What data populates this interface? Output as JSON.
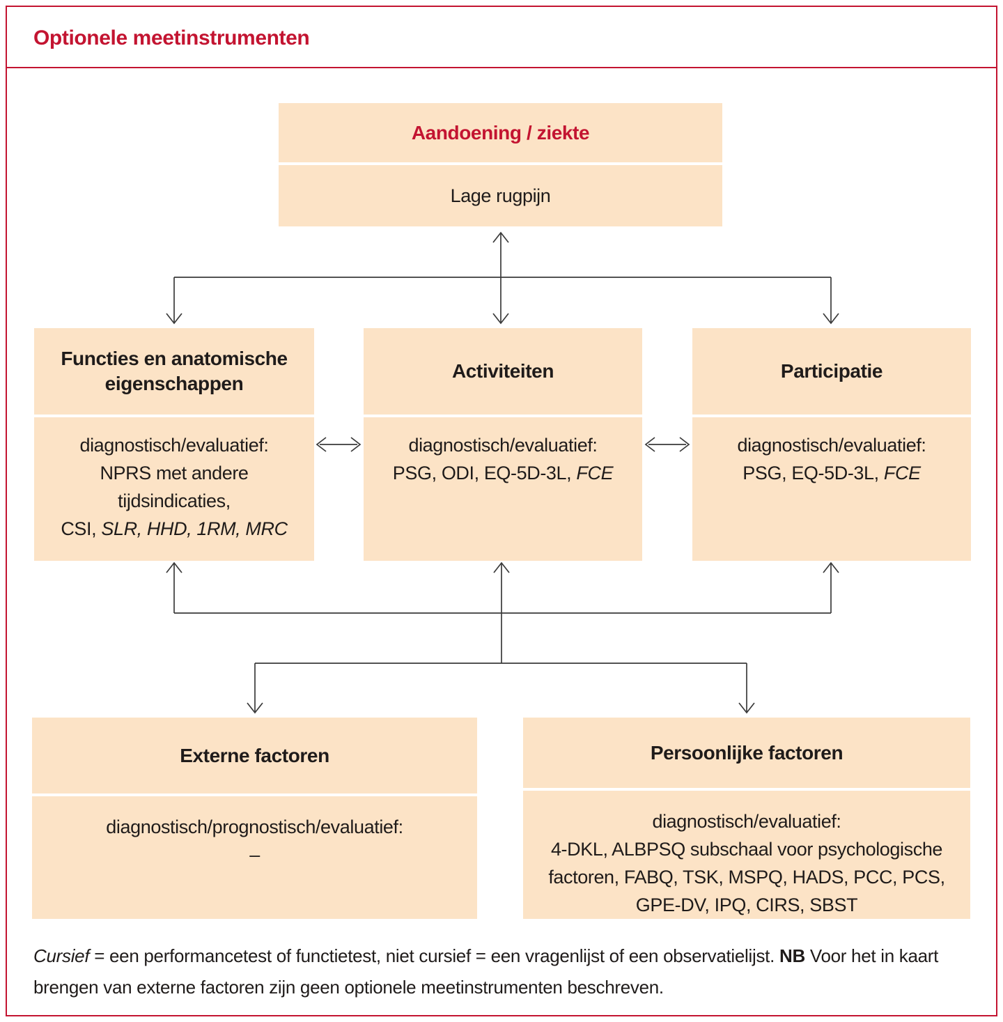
{
  "title": "Optionele meetinstrumenten",
  "colors": {
    "accent_red": "#c31431",
    "box_fill": "#fce3c6",
    "arrow_line": "#3a3a3a",
    "text": "#1f1b1a"
  },
  "top_box": {
    "header": "Aandoening / ziekte",
    "body": "Lage rugpijn"
  },
  "middle_boxes": [
    {
      "header": "Functies en anatomische eigenschappen",
      "body_lines": [
        [
          {
            "t": "diagnostisch/evaluatief:"
          }
        ],
        [
          {
            "t": "NPRS met andere"
          }
        ],
        [
          {
            "t": "tijdsindicaties,"
          }
        ],
        [
          {
            "t": "CSI, "
          },
          {
            "t": "SLR, HHD, 1RM, MRC",
            "i": true
          }
        ]
      ]
    },
    {
      "header": "Activiteiten",
      "body_lines": [
        [
          {
            "t": "diagnostisch/evaluatief:"
          }
        ],
        [
          {
            "t": "PSG, ODI, EQ-5D-3L, "
          },
          {
            "t": "FCE",
            "i": true
          }
        ]
      ]
    },
    {
      "header": "Participatie",
      "body_lines": [
        [
          {
            "t": "diagnostisch/evaluatief:"
          }
        ],
        [
          {
            "t": "PSG, EQ-5D-3L, "
          },
          {
            "t": "FCE",
            "i": true
          }
        ]
      ]
    }
  ],
  "bottom_boxes": [
    {
      "header": "Externe factoren",
      "body_lines": [
        [
          {
            "t": "diagnostisch/prognostisch/evaluatief:"
          }
        ],
        [
          {
            "t": "–"
          }
        ]
      ]
    },
    {
      "header": "Persoonlijke factoren",
      "body_lines": [
        [
          {
            "t": "diagnostisch/evaluatief:"
          }
        ],
        [
          {
            "t": "4-DKL, ALBPSQ subschaal voor psychologische"
          }
        ],
        [
          {
            "t": "factoren, FABQ, TSK, MSPQ, HADS, PCC, PCS,"
          }
        ],
        [
          {
            "t": "GPE-DV, IPQ, CIRS, SBST"
          }
        ]
      ]
    }
  ],
  "footnote_runs": [
    {
      "t": "Cursief",
      "i": true
    },
    {
      "t": " = een performancetest of functietest, niet cursief = een vragenlijst of een observatielijst. "
    },
    {
      "t": "NB",
      "b": true
    },
    {
      "t": " Voor het in kaart brengen van externe factoren zijn geen optionele meetinstrumenten beschreven."
    }
  ]
}
